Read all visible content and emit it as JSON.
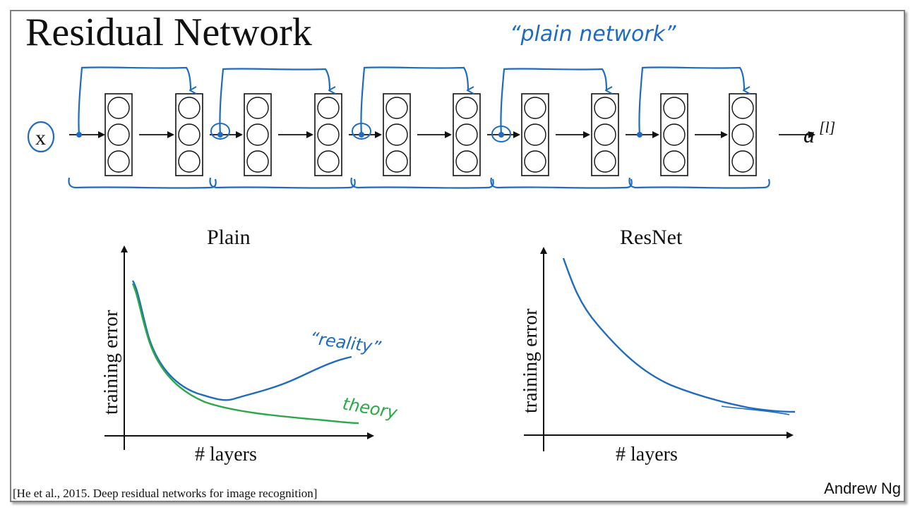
{
  "title": "Residual Network",
  "annotation_plain_network": "“plain network”",
  "input_label": "x",
  "output_label_base": "a",
  "output_label_sup": "[l]",
  "plain_panel": {
    "title": "Plain",
    "ylabel": "training error",
    "xlabel": "# layers",
    "reality_label": "“reality”",
    "theory_label": "theory"
  },
  "resnet_panel": {
    "title": "ResNet",
    "ylabel": "training error",
    "xlabel": "# layers"
  },
  "citation": "[He et al., 2015. Deep residual networks for image recognition]",
  "author": "Andrew Ng",
  "colors": {
    "ink_blue": "#1f6bc0",
    "ink_green": "#2aa84a",
    "ink_black": "#111111",
    "frame": "#7f7f7f"
  },
  "diagram": {
    "layer_count": 10,
    "neurons_per_layer": 3,
    "residual_block_count": 5
  }
}
